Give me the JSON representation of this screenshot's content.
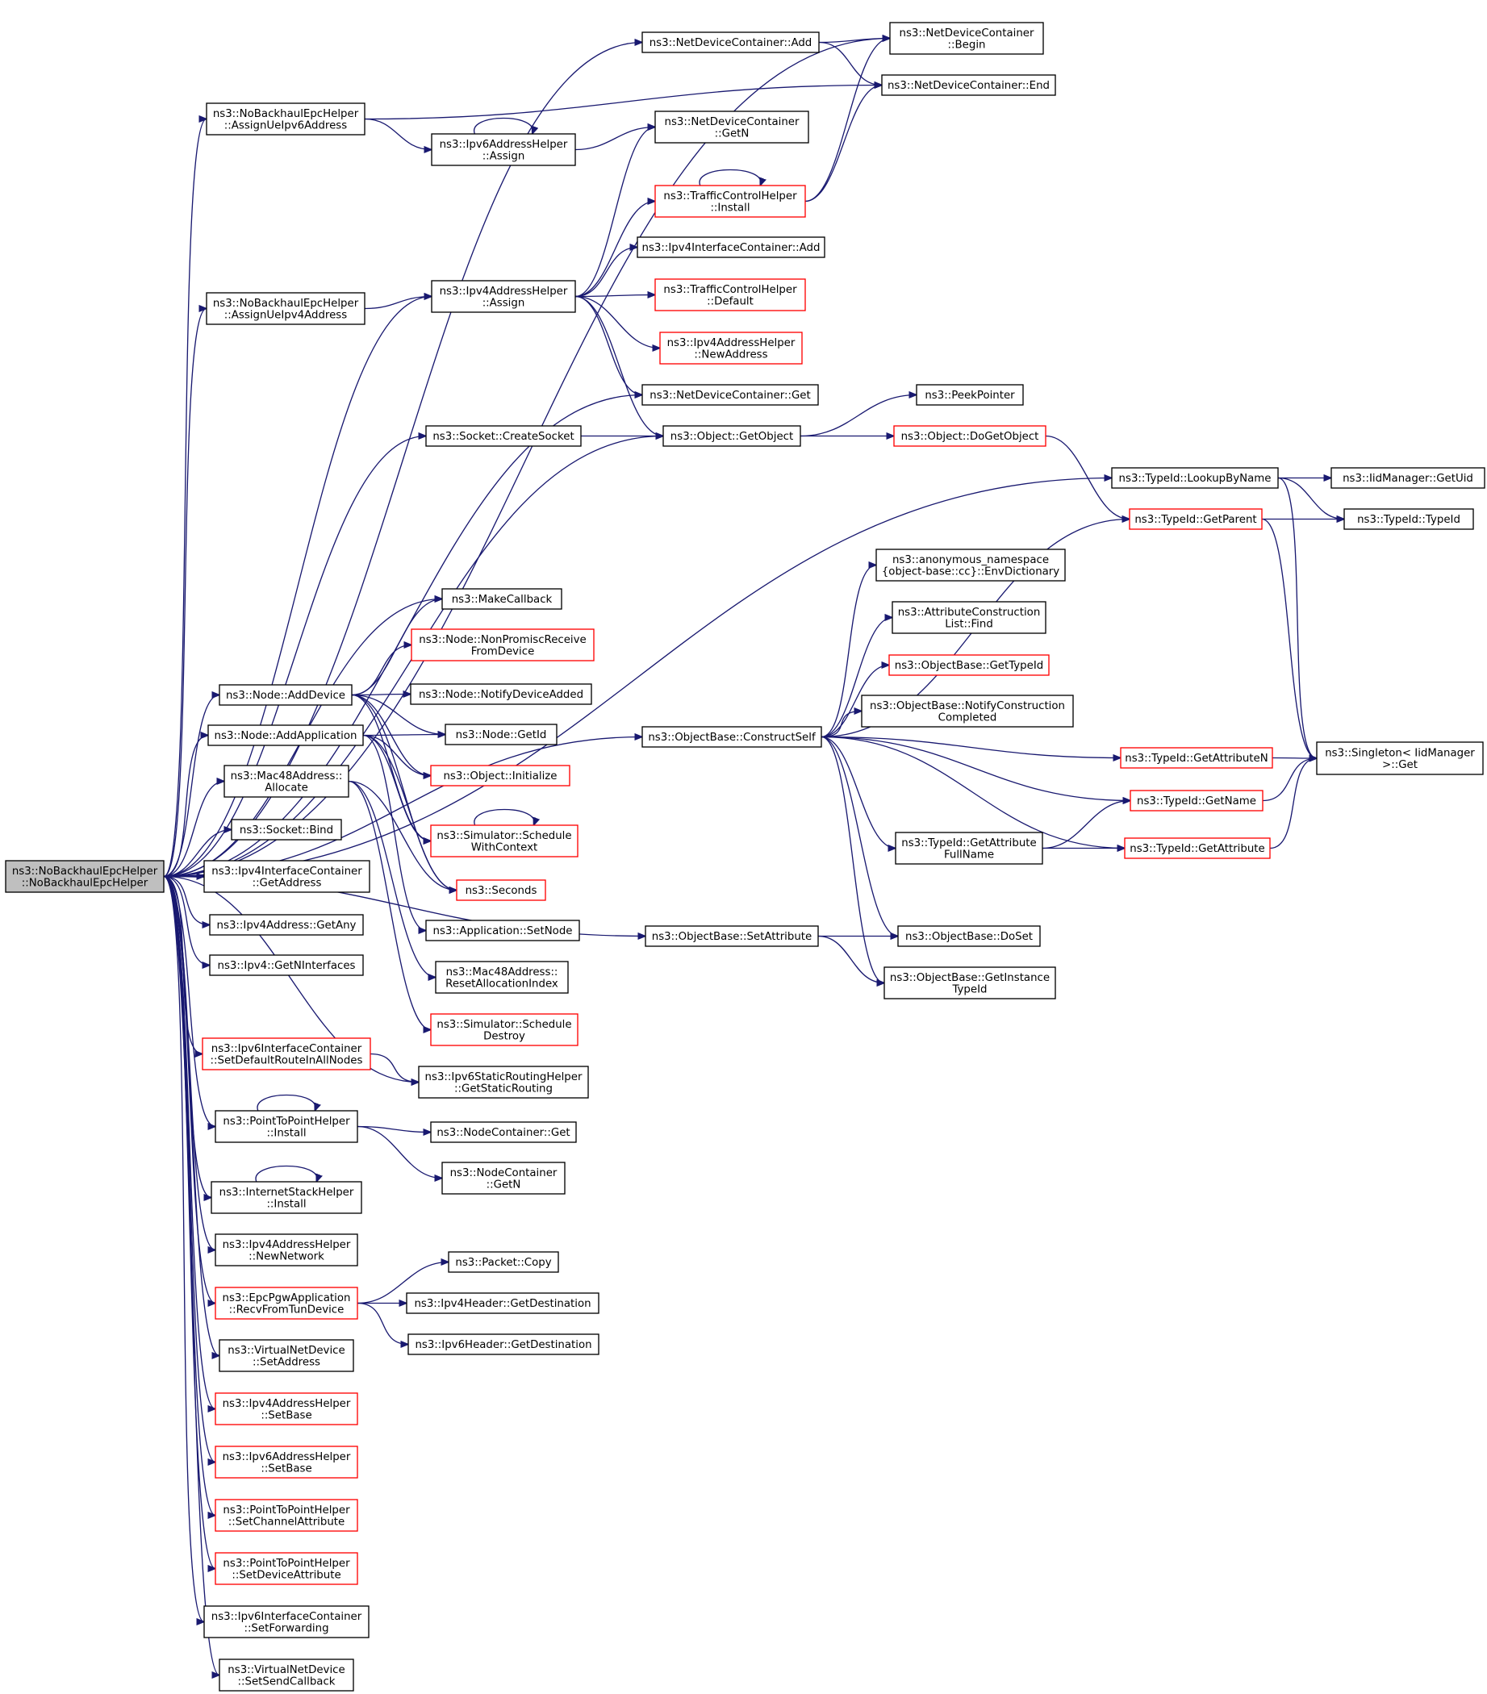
{
  "colors": {
    "edge": "#191970",
    "node_border": "#000000",
    "node_border_truncated": "#ff0000",
    "root_fill": "#bfbfbf",
    "background": "#ffffff"
  },
  "nodes": {
    "root": {
      "lines": [
        "ns3::NoBackhaulEpcHelper",
        "::NoBackhaulEpcHelper"
      ],
      "truncated": false,
      "root": true
    },
    "assignUeIpv6": {
      "lines": [
        "ns3::NoBackhaulEpcHelper",
        "::AssignUeIpv6Address"
      ],
      "truncated": false
    },
    "assignUeIpv4": {
      "lines": [
        "ns3::NoBackhaulEpcHelper",
        "::AssignUeIpv4Address"
      ],
      "truncated": false
    },
    "ndcAdd": {
      "lines": [
        "ns3::NetDeviceContainer::Add"
      ],
      "truncated": false
    },
    "ndcBegin": {
      "lines": [
        "ns3::NetDeviceContainer",
        "::Begin"
      ],
      "truncated": false
    },
    "ndcEnd": {
      "lines": [
        "ns3::NetDeviceContainer::End"
      ],
      "truncated": false
    },
    "ipv6Assign": {
      "lines": [
        "ns3::Ipv6AddressHelper",
        "::Assign"
      ],
      "truncated": false
    },
    "ndcGetN": {
      "lines": [
        "ns3::NetDeviceContainer",
        "::GetN"
      ],
      "truncated": false
    },
    "tchInstall": {
      "lines": [
        "ns3::TrafficControlHelper",
        "::Install"
      ],
      "truncated": true
    },
    "ipv4icAdd": {
      "lines": [
        "ns3::Ipv4InterfaceContainer::Add"
      ],
      "truncated": false
    },
    "ipv4Assign": {
      "lines": [
        "ns3::Ipv4AddressHelper",
        "::Assign"
      ],
      "truncated": false
    },
    "tchDefault": {
      "lines": [
        "ns3::TrafficControlHelper",
        "::Default"
      ],
      "truncated": true
    },
    "ipv4NewAddr": {
      "lines": [
        "ns3::Ipv4AddressHelper",
        "::NewAddress"
      ],
      "truncated": true
    },
    "ndcGet": {
      "lines": [
        "ns3::NetDeviceContainer::Get"
      ],
      "truncated": false
    },
    "peekPointer": {
      "lines": [
        "ns3::PeekPointer"
      ],
      "truncated": false
    },
    "createSocket": {
      "lines": [
        "ns3::Socket::CreateSocket"
      ],
      "truncated": false
    },
    "objGetObject": {
      "lines": [
        "ns3::Object::GetObject"
      ],
      "truncated": false
    },
    "objDoGetObject": {
      "lines": [
        "ns3::Object::DoGetObject"
      ],
      "truncated": true
    },
    "lookupByName": {
      "lines": [
        "ns3::TypeId::LookupByName"
      ],
      "truncated": false
    },
    "iidGetUid": {
      "lines": [
        "ns3::IidManager::GetUid"
      ],
      "truncated": false
    },
    "getParent": {
      "lines": [
        "ns3::TypeId::GetParent"
      ],
      "truncated": true
    },
    "typeIdTypeId": {
      "lines": [
        "ns3::TypeId::TypeId"
      ],
      "truncated": false
    },
    "envDict": {
      "lines": [
        "ns3::anonymous_namespace",
        "{object-base::cc}::EnvDictionary"
      ],
      "truncated": false
    },
    "acFind": {
      "lines": [
        "ns3::AttributeConstruction",
        "List::Find"
      ],
      "truncated": false
    },
    "obGetTypeId": {
      "lines": [
        "ns3::ObjectBase::GetTypeId"
      ],
      "truncated": true
    },
    "obNotify": {
      "lines": [
        "ns3::ObjectBase::NotifyConstruction",
        "Completed"
      ],
      "truncated": false
    },
    "constructSelf": {
      "lines": [
        "ns3::ObjectBase::ConstructSelf"
      ],
      "truncated": false
    },
    "getAttrN": {
      "lines": [
        "ns3::TypeId::GetAttributeN"
      ],
      "truncated": true
    },
    "singletonGet": {
      "lines": [
        "ns3::Singleton< IidManager",
        " >::Get"
      ],
      "truncated": false
    },
    "getName": {
      "lines": [
        "ns3::TypeId::GetName"
      ],
      "truncated": true
    },
    "getAttrFullName": {
      "lines": [
        "ns3::TypeId::GetAttribute",
        "FullName"
      ],
      "truncated": false
    },
    "getAttribute": {
      "lines": [
        "ns3::TypeId::GetAttribute"
      ],
      "truncated": true
    },
    "obSetAttribute": {
      "lines": [
        "ns3::ObjectBase::SetAttribute"
      ],
      "truncated": false
    },
    "obDoSet": {
      "lines": [
        "ns3::ObjectBase::DoSet"
      ],
      "truncated": false
    },
    "obGetInstance": {
      "lines": [
        "ns3::ObjectBase::GetInstance",
        "TypeId"
      ],
      "truncated": false
    },
    "makeCallback": {
      "lines": [
        "ns3::MakeCallback"
      ],
      "truncated": false
    },
    "nonPromisc": {
      "lines": [
        "ns3::Node::NonPromiscReceive",
        "FromDevice"
      ],
      "truncated": true
    },
    "notifyDevAdded": {
      "lines": [
        "ns3::Node::NotifyDeviceAdded"
      ],
      "truncated": false
    },
    "nodeAddDevice": {
      "lines": [
        "ns3::Node::AddDevice"
      ],
      "truncated": false
    },
    "nodeGetId": {
      "lines": [
        "ns3::Node::GetId"
      ],
      "truncated": false
    },
    "nodeAddApp": {
      "lines": [
        "ns3::Node::AddApplication"
      ],
      "truncated": false
    },
    "objInitialize": {
      "lines": [
        "ns3::Object::Initialize"
      ],
      "truncated": true
    },
    "mac48Allocate": {
      "lines": [
        "ns3::Mac48Address::",
        "Allocate"
      ],
      "truncated": false
    },
    "simScheduleCtx": {
      "lines": [
        "ns3::Simulator::Schedule",
        "WithContext"
      ],
      "truncated": true
    },
    "socketBind": {
      "lines": [
        "ns3::Socket::Bind"
      ],
      "truncated": false
    },
    "seconds": {
      "lines": [
        "ns3::Seconds"
      ],
      "truncated": true
    },
    "ipv4icGetAddress": {
      "lines": [
        "ns3::Ipv4InterfaceContainer",
        "::GetAddress"
      ],
      "truncated": false
    },
    "appSetNode": {
      "lines": [
        "ns3::Application::SetNode"
      ],
      "truncated": false
    },
    "ipv4GetAny": {
      "lines": [
        "ns3::Ipv4Address::GetAny"
      ],
      "truncated": false
    },
    "ipv4GetNIf": {
      "lines": [
        "ns3::Ipv4::GetNInterfaces"
      ],
      "truncated": false
    },
    "mac48Reset": {
      "lines": [
        "ns3::Mac48Address::",
        "ResetAllocationIndex"
      ],
      "truncated": false
    },
    "simScheduleDestroy": {
      "lines": [
        "ns3::Simulator::Schedule",
        "Destroy"
      ],
      "truncated": true
    },
    "ipv6icSetDefault": {
      "lines": [
        "ns3::Ipv6InterfaceContainer",
        "::SetDefaultRouteInAllNodes"
      ],
      "truncated": true
    },
    "ipv6StaticRouting": {
      "lines": [
        "ns3::Ipv6StaticRoutingHelper",
        "::GetStaticRouting"
      ],
      "truncated": false
    },
    "p2pInstall": {
      "lines": [
        "ns3::PointToPointHelper",
        "::Install"
      ],
      "truncated": false
    },
    "ncGet": {
      "lines": [
        "ns3::NodeContainer::Get"
      ],
      "truncated": false
    },
    "ncGetN": {
      "lines": [
        "ns3::NodeContainer",
        "::GetN"
      ],
      "truncated": false
    },
    "ishInstall": {
      "lines": [
        "ns3::InternetStackHelper",
        "::Install"
      ],
      "truncated": false
    },
    "ipv4NewNetwork": {
      "lines": [
        "ns3::Ipv4AddressHelper",
        "::NewNetwork"
      ],
      "truncated": false
    },
    "packetCopy": {
      "lines": [
        "ns3::Packet::Copy"
      ],
      "truncated": false
    },
    "recvFromTun": {
      "lines": [
        "ns3::EpcPgwApplication",
        "::RecvFromTunDevice"
      ],
      "truncated": true
    },
    "ipv4HdrGetDest": {
      "lines": [
        "ns3::Ipv4Header::GetDestination"
      ],
      "truncated": false
    },
    "ipv6HdrGetDest": {
      "lines": [
        "ns3::Ipv6Header::GetDestination"
      ],
      "truncated": false
    },
    "vndSetAddress": {
      "lines": [
        "ns3::VirtualNetDevice",
        "::SetAddress"
      ],
      "truncated": false
    },
    "ipv4SetBase": {
      "lines": [
        "ns3::Ipv4AddressHelper",
        "::SetBase"
      ],
      "truncated": true
    },
    "ipv6SetBase": {
      "lines": [
        "ns3::Ipv6AddressHelper",
        "::SetBase"
      ],
      "truncated": true
    },
    "p2pSetChannel": {
      "lines": [
        "ns3::PointToPointHelper",
        "::SetChannelAttribute"
      ],
      "truncated": true
    },
    "p2pSetDevice": {
      "lines": [
        "ns3::PointToPointHelper",
        "::SetDeviceAttribute"
      ],
      "truncated": true
    },
    "ipv6icSetFwd": {
      "lines": [
        "ns3::Ipv6InterfaceContainer",
        "::SetForwarding"
      ],
      "truncated": false
    },
    "vndSetSendCb": {
      "lines": [
        "ns3::VirtualNetDevice",
        "::SetSendCallback"
      ],
      "truncated": false
    }
  },
  "edges": [
    [
      "root",
      "ndcAdd"
    ],
    [
      "root",
      "ndcBegin"
    ],
    [
      "root",
      "assignUeIpv6"
    ],
    [
      "root",
      "ipv4Assign"
    ],
    [
      "root",
      "assignUeIpv4"
    ],
    [
      "root",
      "ndcGet"
    ],
    [
      "root",
      "objGetObject"
    ],
    [
      "root",
      "createSocket"
    ],
    [
      "root",
      "lookupByName"
    ],
    [
      "root",
      "constructSelf"
    ],
    [
      "root",
      "obSetAttribute"
    ],
    [
      "root",
      "makeCallback"
    ],
    [
      "root",
      "nodeAddDevice"
    ],
    [
      "root",
      "nodeAddApp"
    ],
    [
      "root",
      "mac48Allocate"
    ],
    [
      "root",
      "socketBind"
    ],
    [
      "root",
      "ipv4icGetAddress"
    ],
    [
      "root",
      "ipv4GetAny"
    ],
    [
      "root",
      "ipv4GetNIf"
    ],
    [
      "root",
      "ipv6StaticRouting"
    ],
    [
      "root",
      "ipv6icSetDefault"
    ],
    [
      "root",
      "p2pInstall"
    ],
    [
      "root",
      "ishInstall"
    ],
    [
      "root",
      "ipv4NewNetwork"
    ],
    [
      "root",
      "recvFromTun"
    ],
    [
      "root",
      "vndSetAddress"
    ],
    [
      "root",
      "ipv4SetBase"
    ],
    [
      "root",
      "ipv6SetBase"
    ],
    [
      "root",
      "p2pSetChannel"
    ],
    [
      "root",
      "p2pSetDevice"
    ],
    [
      "root",
      "ipv6icSetFwd"
    ],
    [
      "root",
      "vndSetSendCb"
    ],
    [
      "ndcAdd",
      "ndcBegin"
    ],
    [
      "ndcAdd",
      "ndcEnd"
    ],
    [
      "assignUeIpv6",
      "ndcEnd"
    ],
    [
      "assignUeIpv6",
      "ipv6Assign"
    ],
    [
      "ipv6Assign",
      "ipv6Assign"
    ],
    [
      "ipv6Assign",
      "ndcGetN"
    ],
    [
      "tchInstall",
      "tchInstall"
    ],
    [
      "tchInstall",
      "ndcBegin"
    ],
    [
      "tchInstall",
      "ndcEnd"
    ],
    [
      "assignUeIpv4",
      "ipv4Assign"
    ],
    [
      "ipv4Assign",
      "ndcGetN"
    ],
    [
      "ipv4Assign",
      "tchInstall"
    ],
    [
      "ipv4Assign",
      "ipv4icAdd"
    ],
    [
      "ipv4Assign",
      "tchDefault"
    ],
    [
      "ipv4Assign",
      "ipv4NewAddr"
    ],
    [
      "ipv4Assign",
      "ndcGet"
    ],
    [
      "ipv4Assign",
      "objGetObject"
    ],
    [
      "createSocket",
      "objGetObject"
    ],
    [
      "objGetObject",
      "peekPointer"
    ],
    [
      "objGetObject",
      "objDoGetObject"
    ],
    [
      "objDoGetObject",
      "getParent"
    ],
    [
      "lookupByName",
      "iidGetUid"
    ],
    [
      "lookupByName",
      "typeIdTypeId"
    ],
    [
      "lookupByName",
      "singletonGet"
    ],
    [
      "getParent",
      "typeIdTypeId"
    ],
    [
      "getParent",
      "singletonGet"
    ],
    [
      "constructSelf",
      "getParent"
    ],
    [
      "constructSelf",
      "envDict"
    ],
    [
      "constructSelf",
      "acFind"
    ],
    [
      "constructSelf",
      "obGetTypeId"
    ],
    [
      "constructSelf",
      "obNotify"
    ],
    [
      "constructSelf",
      "getAttrN"
    ],
    [
      "constructSelf",
      "getName"
    ],
    [
      "constructSelf",
      "getAttrFullName"
    ],
    [
      "constructSelf",
      "getAttribute"
    ],
    [
      "constructSelf",
      "obDoSet"
    ],
    [
      "constructSelf",
      "obGetInstance"
    ],
    [
      "getAttrN",
      "singletonGet"
    ],
    [
      "getName",
      "singletonGet"
    ],
    [
      "getAttribute",
      "singletonGet"
    ],
    [
      "getAttrFullName",
      "getName"
    ],
    [
      "getAttrFullName",
      "getAttribute"
    ],
    [
      "obSetAttribute",
      "obDoSet"
    ],
    [
      "obSetAttribute",
      "obGetInstance"
    ],
    [
      "nodeAddDevice",
      "makeCallback"
    ],
    [
      "nodeAddDevice",
      "nonPromisc"
    ],
    [
      "nodeAddDevice",
      "notifyDevAdded"
    ],
    [
      "nodeAddDevice",
      "nodeGetId"
    ],
    [
      "nodeAddDevice",
      "objInitialize"
    ],
    [
      "nodeAddDevice",
      "simScheduleCtx"
    ],
    [
      "nodeAddDevice",
      "seconds"
    ],
    [
      "nodeAddApp",
      "nodeGetId"
    ],
    [
      "nodeAddApp",
      "objInitialize"
    ],
    [
      "nodeAddApp",
      "simScheduleCtx"
    ],
    [
      "nodeAddApp",
      "seconds"
    ],
    [
      "nodeAddApp",
      "appSetNode"
    ],
    [
      "simScheduleCtx",
      "simScheduleCtx"
    ],
    [
      "mac48Allocate",
      "seconds"
    ],
    [
      "mac48Allocate",
      "mac48Reset"
    ],
    [
      "mac48Allocate",
      "simScheduleDestroy"
    ],
    [
      "ipv6icSetDefault",
      "ipv6StaticRouting"
    ],
    [
      "p2pInstall",
      "p2pInstall"
    ],
    [
      "p2pInstall",
      "ncGet"
    ],
    [
      "p2pInstall",
      "ncGetN"
    ],
    [
      "ishInstall",
      "ishInstall"
    ],
    [
      "recvFromTun",
      "packetCopy"
    ],
    [
      "recvFromTun",
      "ipv4HdrGetDest"
    ],
    [
      "recvFromTun",
      "ipv6HdrGetDest"
    ]
  ]
}
